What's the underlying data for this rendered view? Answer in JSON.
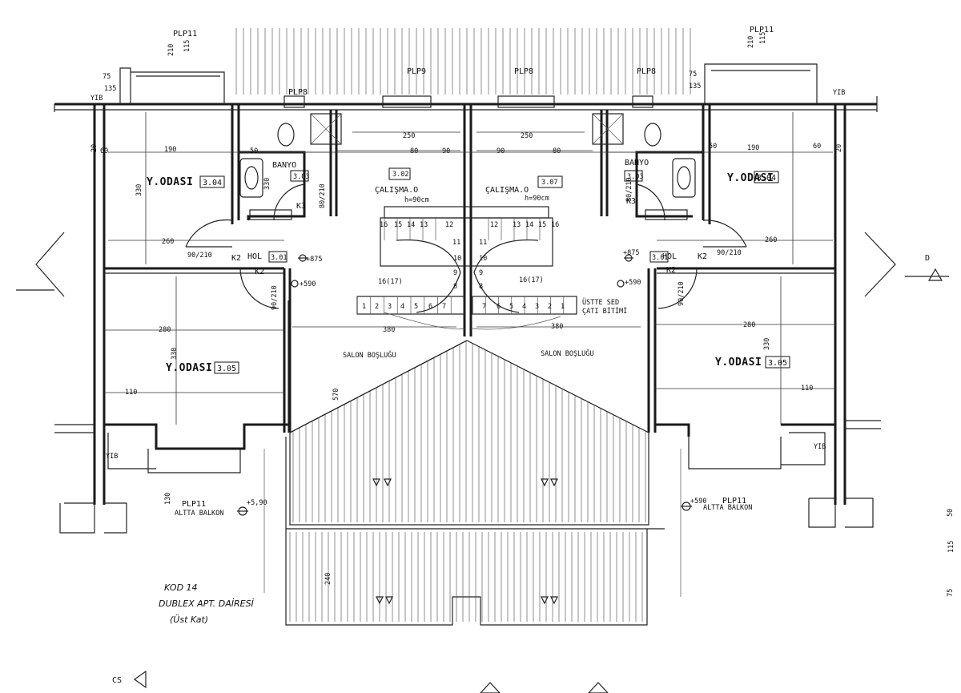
{
  "rooms": {
    "left_bedroom_top": {
      "name": "Y.ODASI",
      "code": "3.04"
    },
    "left_bedroom_bottom": {
      "name": "Y.ODASI",
      "code": "3.05"
    },
    "right_bedroom_top": {
      "name": "Y.ODASI",
      "code": "3.04"
    },
    "right_bedroom_bottom": {
      "name": "Y.ODASI",
      "code": "3.05"
    },
    "left_bath": {
      "name": "BANYO",
      "code": "3.03"
    },
    "right_bath": {
      "name": "BANYO",
      "code": "3.03"
    },
    "left_study": {
      "name": "ÇALIŞMA.O",
      "code": "3.02",
      "height": "h=90cm"
    },
    "right_study": {
      "name": "ÇALIŞMA.O",
      "code": "3.07",
      "height": "h=90cm"
    },
    "left_hall": {
      "name": "HOL",
      "code": "3.01"
    },
    "right_hall": {
      "name": "HOL",
      "code": "3.01"
    },
    "left_void": {
      "name": "SALON BOŞLUĞU"
    },
    "right_void": {
      "name": "SALON BOŞLUĞU"
    }
  },
  "labels": {
    "plp11_tl": "PLP11",
    "plp11_tr": "PLP11",
    "plp8_l": "PLP8",
    "plp9": "PLP9",
    "plp8_c": "PLP8",
    "plp8_r": "PLP8",
    "plp11_bl": "PLP11",
    "plp11_br": "PLP11",
    "balcony_l": "ALTTA BALKON",
    "balcony_r": "ALTTA BALKON",
    "yib_tl": "YIB",
    "yib_tr": "YIB",
    "yib_bl": "YIB",
    "yib_br": "YIB",
    "k2_l1": "K2",
    "k2_l2": "K2",
    "k2_r1": "K2",
    "k2_r2": "K2",
    "k3_l": "K3",
    "k3_r": "K3",
    "door_90_210_l": "90/210",
    "door_90_210_r": "90/210",
    "door_80_210_l": "80/210",
    "door_80_210_r": "80/210",
    "door_90_210_lv": "90/210",
    "door_90_210_rv": "90/210",
    "level_875_l": "+875",
    "level_875_r": "+875",
    "level_590_l": "+590",
    "level_590_r": "+590",
    "level_590_bl": "+5,90",
    "level_590_br": "+590",
    "roof_note_1": "ÜSTTE SED",
    "roof_note_2": "ÇATI BİTİMİ",
    "dims": [
      "250",
      "250",
      "190",
      "190",
      "280",
      "280",
      "330",
      "330",
      "330",
      "330",
      "260",
      "260",
      "380",
      "380",
      "570",
      "240",
      "110",
      "110",
      "90",
      "90",
      "80",
      "80",
      "60",
      "60",
      "50",
      "50",
      "20",
      "20",
      "75",
      "75",
      "135",
      "135",
      "210",
      "210",
      "115",
      "115",
      "130"
    ]
  },
  "stairs_left": [
    "16",
    "15",
    "14",
    "13",
    "12",
    "11",
    "10",
    "9",
    "8",
    "7",
    "6",
    "5",
    "4",
    "3",
    "2",
    "1"
  ],
  "stairs_right": [
    "12",
    "13",
    "14",
    "15",
    "16",
    "11",
    "10",
    "9",
    "8",
    "7",
    "6",
    "5",
    "4",
    "3",
    "2",
    "1"
  ],
  "stair_mark_l": "16(17)",
  "stair_mark_r": "16(17)",
  "title_block": {
    "line1": "KOD 14",
    "line2": "DUBLEX APT. DAİRESİ",
    "line3": "(Üst Kat)"
  },
  "right_margin": [
    "50",
    "115",
    "75"
  ]
}
